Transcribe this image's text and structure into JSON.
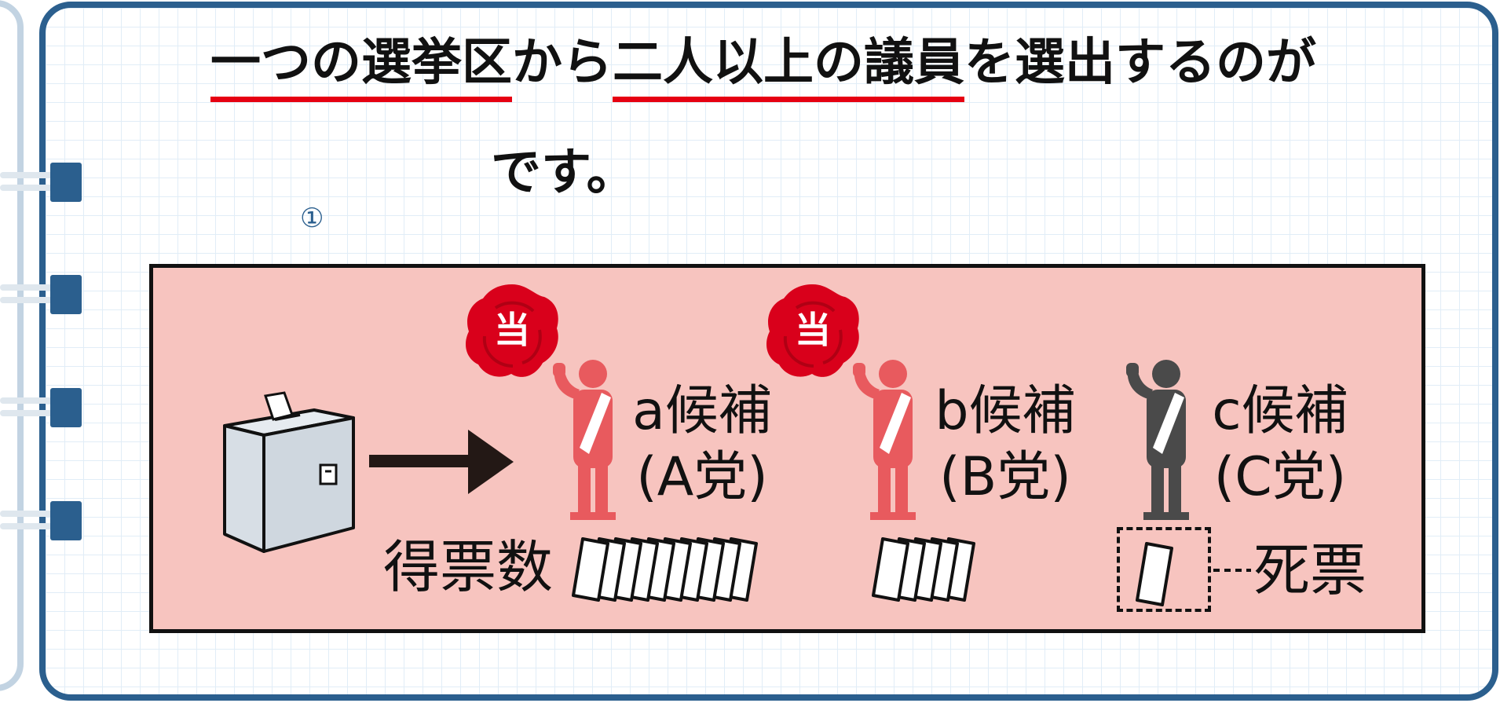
{
  "headline": {
    "line1": {
      "part1": "一つの選挙区",
      "part2": "から",
      "part3": "二人以上の議員",
      "part4": "を選出するのが"
    },
    "line2": "です。"
  },
  "step_marker": "①",
  "diagram": {
    "ballot_box_icon": "ballot-box",
    "arrow_icon": "arrow-right",
    "winner_badge": "当",
    "vote_count_label": "得票数",
    "dead_vote_label": "死票",
    "candidates": [
      {
        "name": "a候補",
        "party": "(A党)",
        "elected": true,
        "color": "#e85a5e",
        "ballots": 10
      },
      {
        "name": "b候補",
        "party": "(B党)",
        "elected": true,
        "color": "#e85a5e",
        "ballots": 5
      },
      {
        "name": "c候補",
        "party": "(C党)",
        "elected": false,
        "color": "#4a4a4a",
        "ballots": 1
      }
    ]
  },
  "colors": {
    "frame": "#2b5f8e",
    "binding": "#c2d3e2",
    "grid": "#e1edf7",
    "panel_bg": "#f7c4bf",
    "underline": "#e60012",
    "rose": "#d9001b"
  }
}
